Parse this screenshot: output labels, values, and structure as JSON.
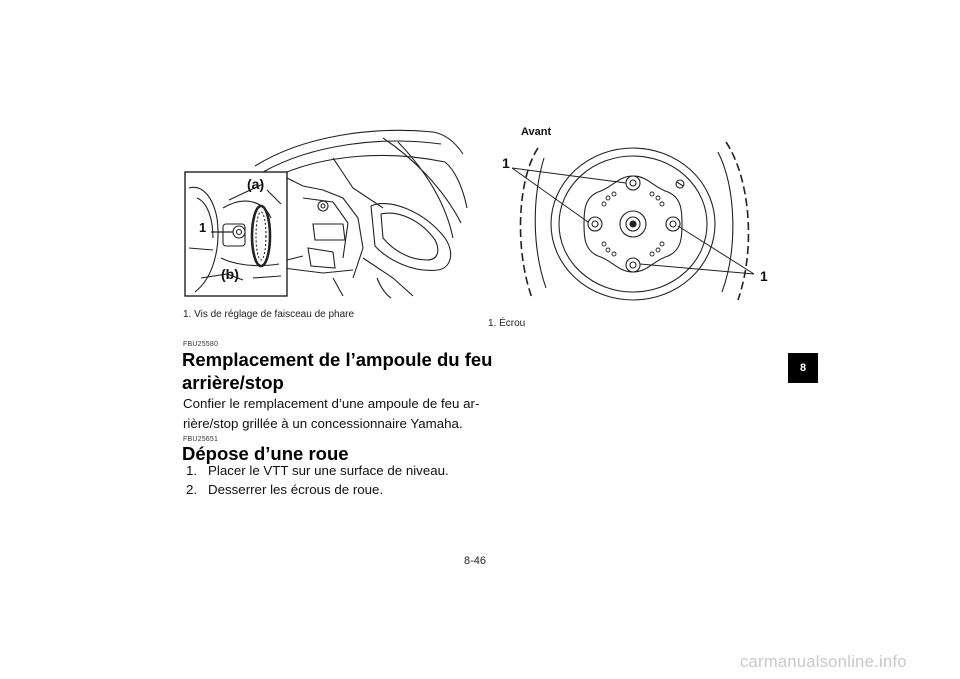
{
  "figure1": {
    "label_a": "(a)",
    "label_b": "(b)",
    "callout": "1",
    "caption": "1.  Vis de réglage de faisceau de phare"
  },
  "figure2": {
    "label_front": "Avant",
    "callout_left": "1",
    "callout_right": "1",
    "caption": "1.  Écrou"
  },
  "section1": {
    "code": "FBU25580",
    "title_line1": "Remplacement de l’ampoule du feu",
    "title_line2": "arrière/stop",
    "body_line1": "Confier le remplacement d’une ampoule de feu ar-",
    "body_line2": "rière/stop grillée à un concessionnaire Yamaha."
  },
  "section2": {
    "code": "FBU25651",
    "title": "Dépose d’une roue",
    "steps": [
      {
        "num": "1.",
        "text": "Placer le VTT sur une surface de niveau."
      },
      {
        "num": "2.",
        "text": "Desserrer les écrous de roue."
      }
    ]
  },
  "chapter_tab": "8",
  "page_number": "8-46",
  "watermark": "carmanualsonline.info"
}
